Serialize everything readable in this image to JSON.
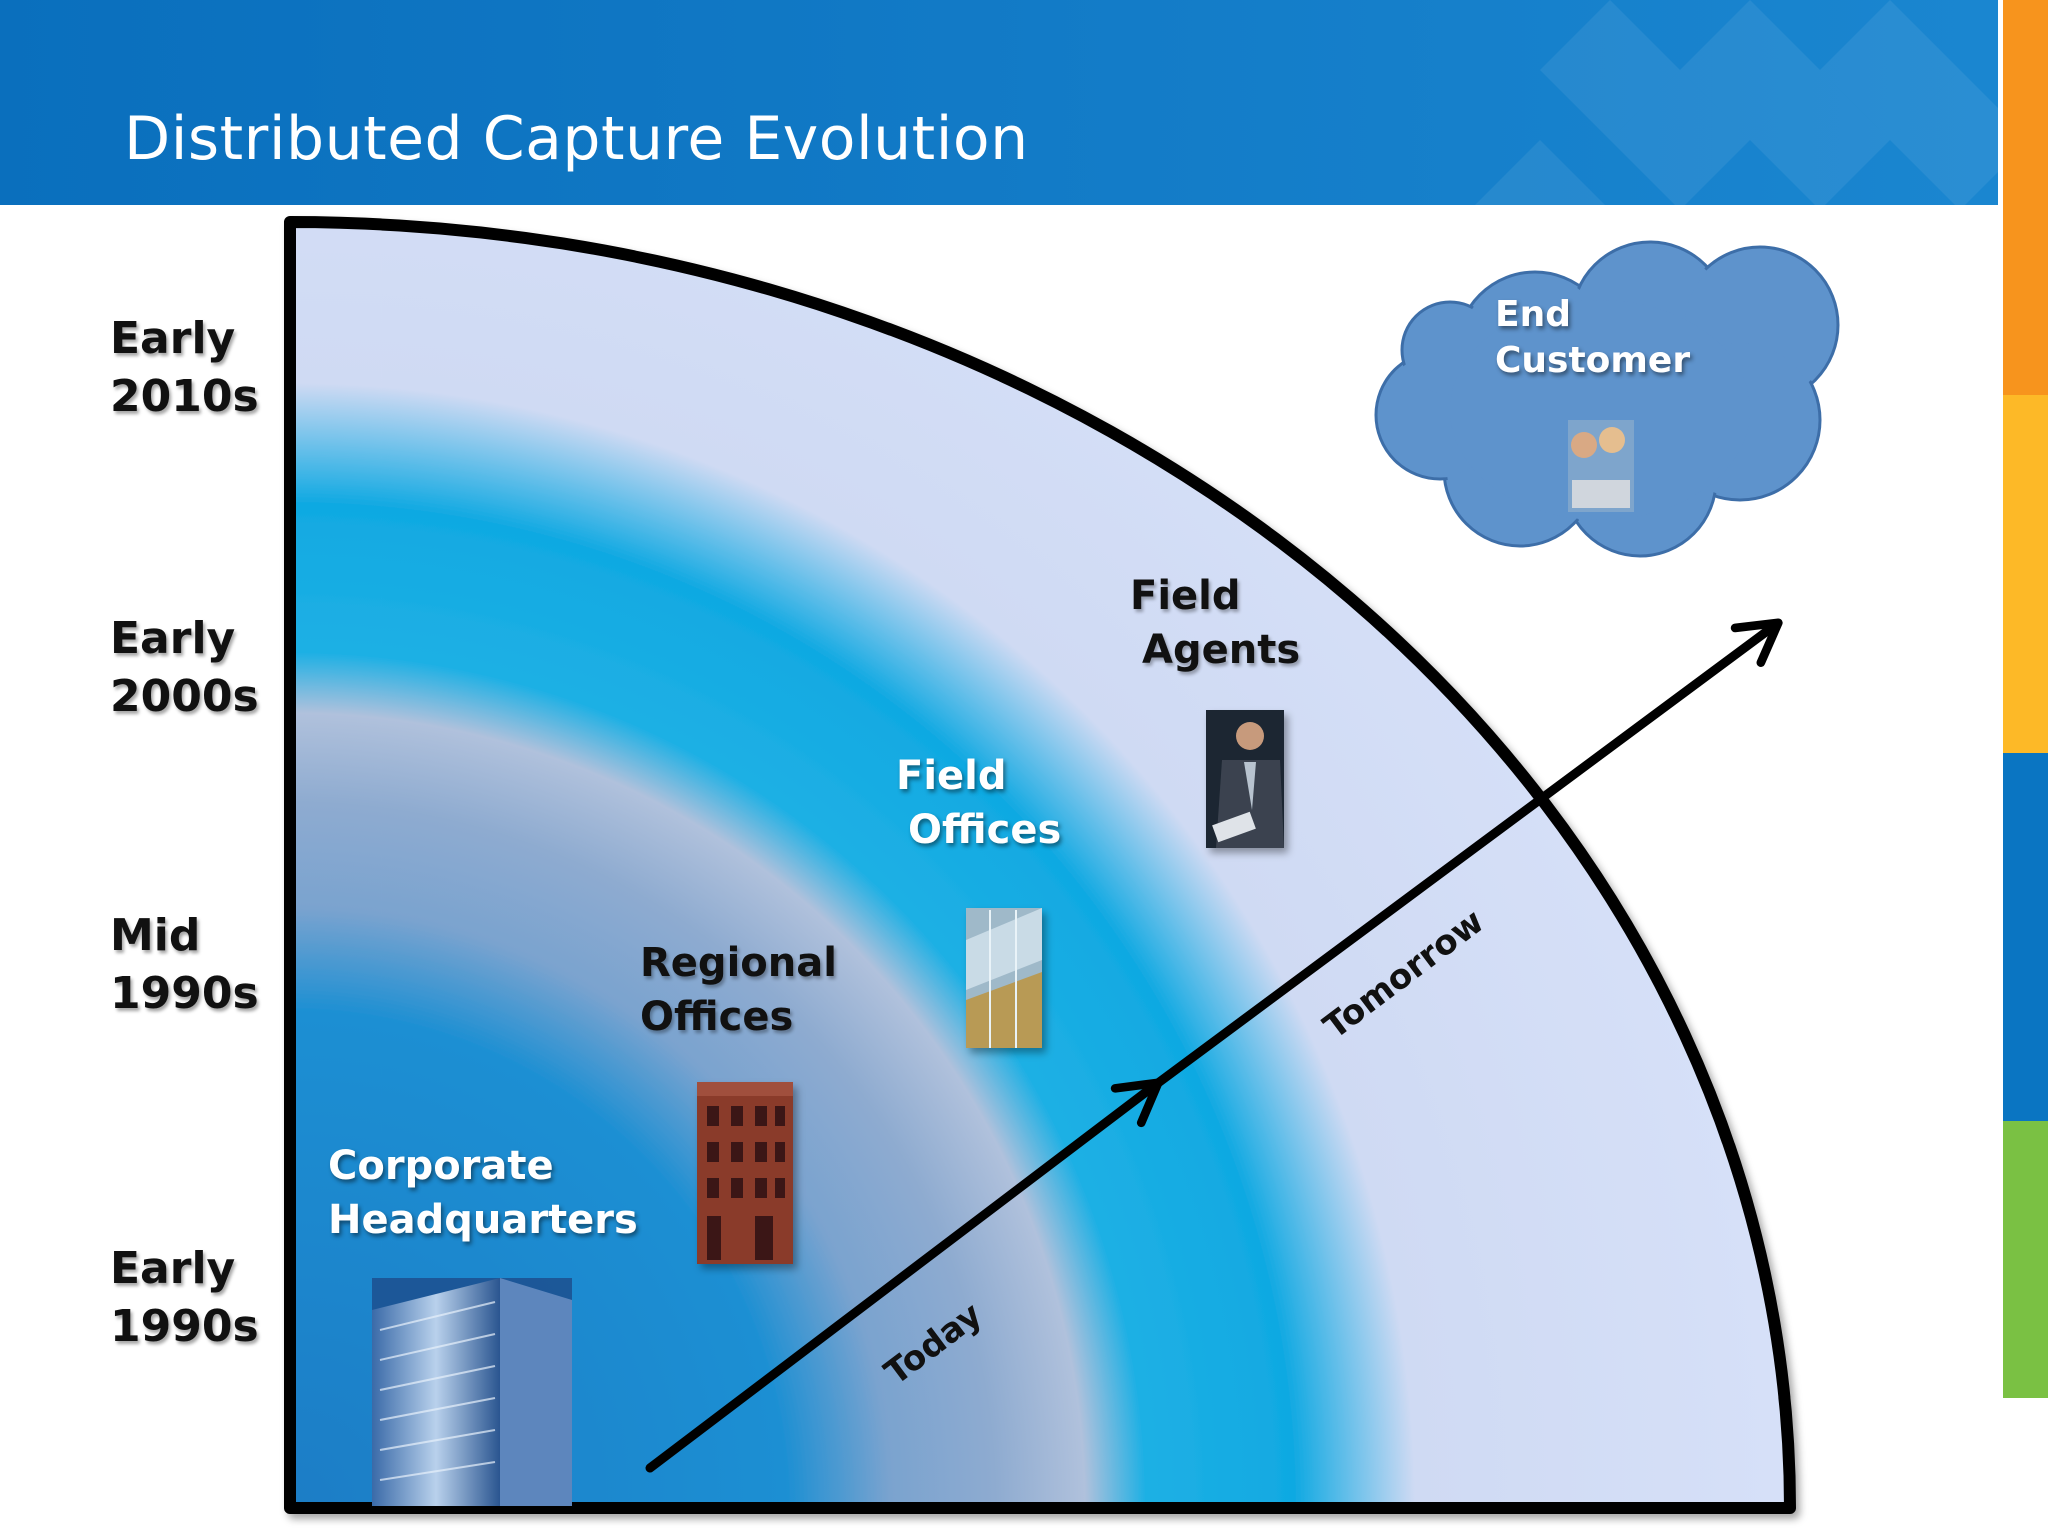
{
  "slide": {
    "title": "Distributed Capture Evolution",
    "colors": {
      "header_blue": "#0a75c2",
      "accent_bars": [
        "#f7941d",
        "#fdb927",
        "#0a75c2",
        "#7ac143"
      ]
    }
  },
  "eras": [
    {
      "line1": "Early",
      "line2": "2010s"
    },
    {
      "line1": "Early",
      "line2": "2000s"
    },
    {
      "line1": "Mid",
      "line2": "1990s"
    },
    {
      "line1": "Early",
      "line2": "1990s"
    }
  ],
  "tiers": {
    "corporate": {
      "line1": "Corporate",
      "line2": "Headquarters",
      "icon": "skyscraper-photo"
    },
    "regional": {
      "line1": "Regional",
      "line2": "Offices",
      "icon": "brick-building-photo"
    },
    "field_offices": {
      "line1": "Field",
      "line2": "Offices",
      "icon": "glass-building-photo"
    },
    "field_agents": {
      "line1": "Field",
      "line2": "Agents",
      "icon": "businessman-photo"
    },
    "end_customer": {
      "line1": "End",
      "line2": "Customer",
      "icon": "couple-with-laptop-photo"
    }
  },
  "arrows": {
    "today_label": "Today",
    "tomorrow_label": "Tomorrow"
  }
}
